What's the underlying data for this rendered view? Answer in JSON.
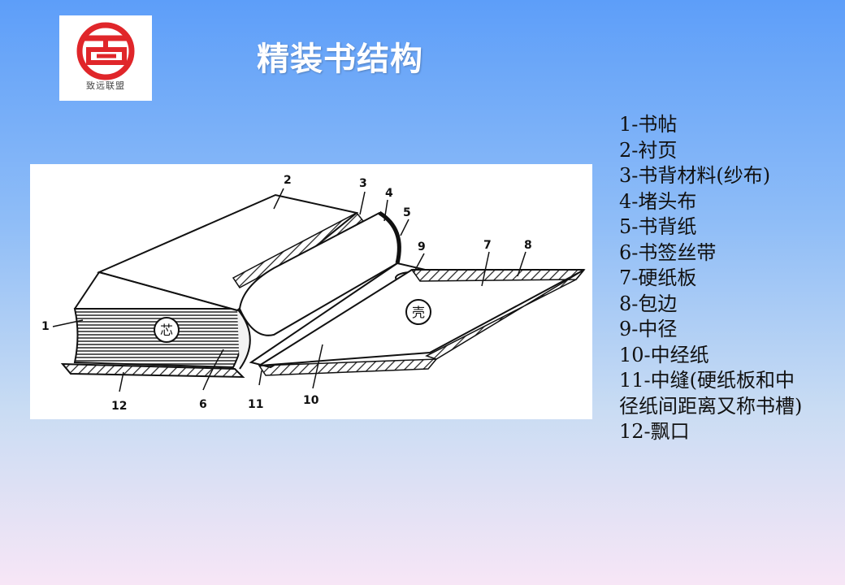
{
  "slide": {
    "title": "精装书结构",
    "logo": {
      "text": "致远联盟",
      "color": "#e0262a"
    }
  },
  "figure": {
    "part_numbers": [
      "1",
      "2",
      "3",
      "4",
      "5",
      "6",
      "7",
      "8",
      "9",
      "10",
      "11",
      "12"
    ],
    "text_block_label": "芯",
    "cover_label": "壳"
  },
  "legend": {
    "items": [
      "1-书帖",
      "2-衬页",
      "3-书背材料(纱布)",
      "4-堵头布",
      "5-书背纸",
      "6-书签丝带",
      "7-硬纸板",
      "8-包边",
      "9-中径",
      "10-中经纸",
      "11-中缝(硬纸板和中径纸间距离又称书槽)",
      "12-飘口"
    ]
  }
}
